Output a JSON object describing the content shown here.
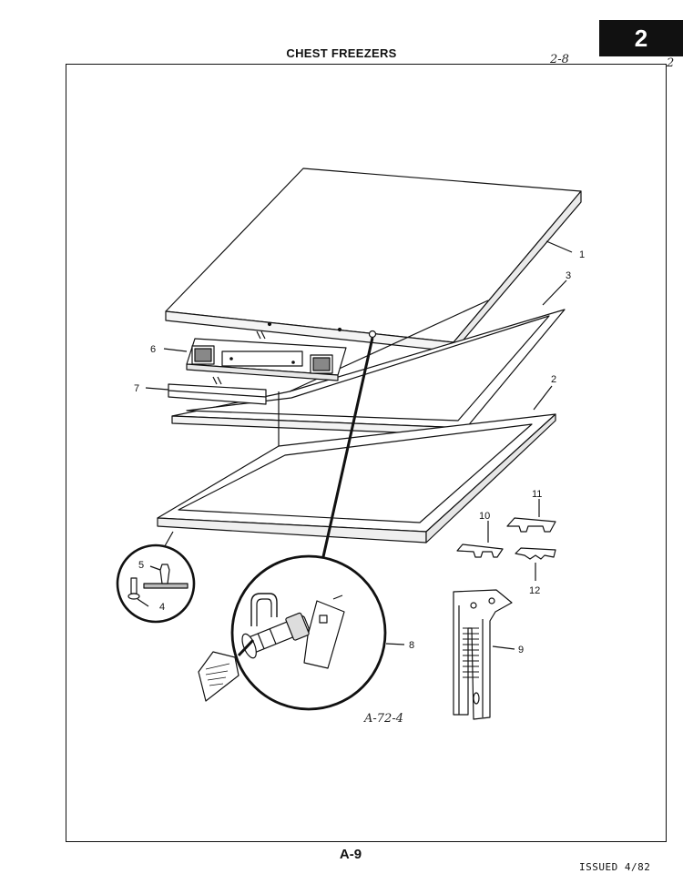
{
  "header": {
    "title": "CHEST FREEZERS",
    "section_tab": "2",
    "handwritten_ref": "2-8",
    "handwritten_mark": "2"
  },
  "diagram": {
    "figure_id": "A-72-4",
    "callouts": [
      "1",
      "2",
      "3",
      "4",
      "5",
      "6",
      "7",
      "8",
      "9",
      "10",
      "11",
      "12"
    ]
  },
  "footer": {
    "page_number": "A-9",
    "issued": "ISSUED 4/82"
  }
}
